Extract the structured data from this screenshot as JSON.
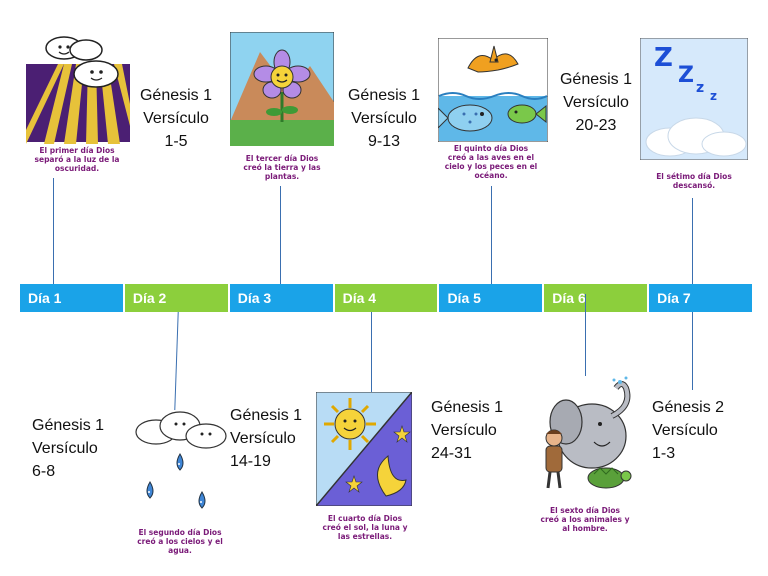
{
  "colors": {
    "bar_blue": "#1aa3e8",
    "bar_green": "#8ccf3c",
    "connector": "#3a6fb0",
    "caption": "#7a1a78"
  },
  "days": [
    {
      "label": "Día 1",
      "color": "#1aa3e8"
    },
    {
      "label": "Día 2",
      "color": "#8ccf3c"
    },
    {
      "label": "Día 3",
      "color": "#1aa3e8"
    },
    {
      "label": "Día 4",
      "color": "#8ccf3c"
    },
    {
      "label": "Día 5",
      "color": "#1aa3e8"
    },
    {
      "label": "Día 6",
      "color": "#8ccf3c"
    },
    {
      "label": "Día 7",
      "color": "#1aa3e8"
    }
  ],
  "refs": {
    "d1": "Génesis 1\nVersículo\n1-5",
    "d2": "Génesis 1\nVersículo\n6-8",
    "d3": "Génesis 1\nVersículo\n9-13",
    "d4": "Génesis 1\nVersículo\n14-19",
    "d5": "Génesis 1\nVersículo\n20-23",
    "d6": "Génesis 1\nVersículo\n24-31",
    "d7": "Génesis 2\nVersículo\n1-3"
  },
  "captions": {
    "d1": "El primer día Dios\nseparó a la luz de la\noscuridad.",
    "d2": "El segundo día Dios\ncreó a los cielos y el\nagua.",
    "d3": "El tercer día Dios\ncreó la tierra y las\nplantas.",
    "d4": "El cuarto día Dios\ncreó el sol, la luna y\nlas estrellas.",
    "d5": "El quinto día Dios\ncreó a las aves en el\ncielo y los peces en el\nocéano.",
    "d6": "El sexto día Dios\ncreó a los animales y\nal hombre.",
    "d7": "El sétimo día Dios\ndescansó."
  },
  "icons": {
    "d1": "light-rays-clouds-icon",
    "d2": "rain-clouds-icon",
    "d3": "flower-mountain-icon",
    "d4": "sun-moon-stars-icon",
    "d5": "bird-fish-icon",
    "d6": "elephant-man-turtle-icon",
    "d7": "sleeping-cloud-icon",
    "d7_text": "Z Z z z"
  }
}
